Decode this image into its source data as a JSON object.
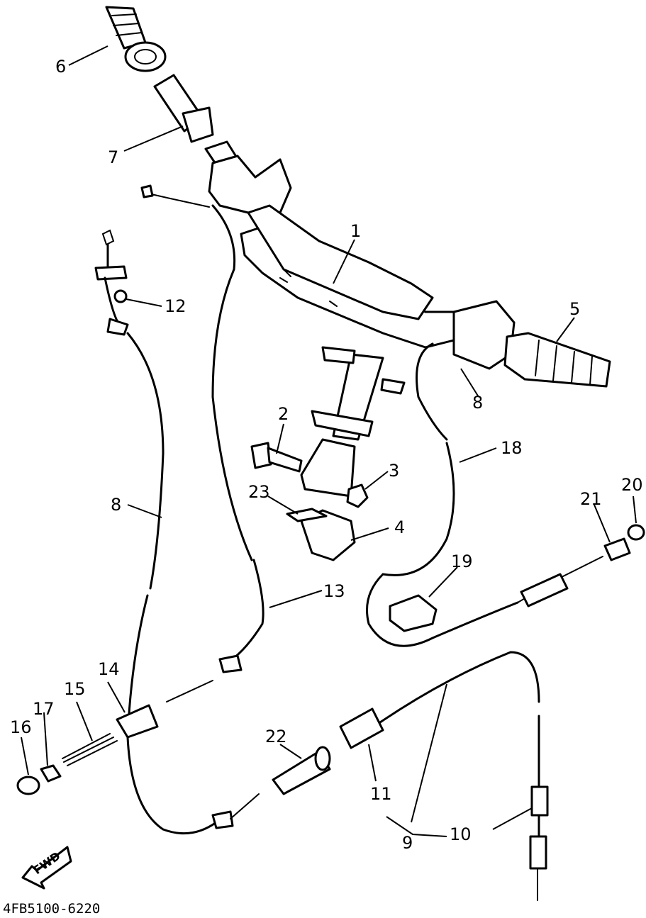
{
  "diagram": {
    "drawing_code": "4FB5100-6220",
    "direction_label": "FWD",
    "callouts": {
      "p1": "1",
      "p2": "2",
      "p3": "3",
      "p4": "4",
      "p5": "5",
      "p6": "6",
      "p7": "7",
      "p8a": "8",
      "p8b": "8",
      "p9": "9",
      "p10": "10",
      "p11": "11",
      "p12": "12",
      "p13": "13",
      "p14": "14",
      "p15": "15",
      "p16": "16",
      "p17": "17",
      "p18": "18",
      "p19": "19",
      "p20": "20",
      "p21": "21",
      "p22": "22",
      "p23": "23"
    }
  }
}
